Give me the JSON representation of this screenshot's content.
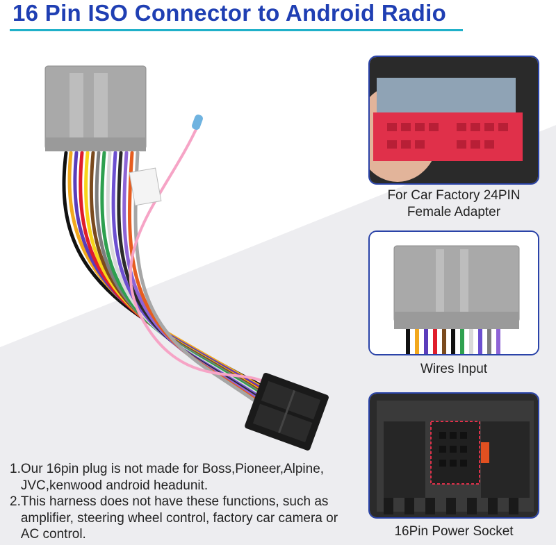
{
  "title": "16 Pin ISO Connector to Android Radio",
  "colors": {
    "title": "#1f3fb3",
    "title_underline": "#1fb0c9",
    "panel_border": "#2a43a8",
    "connector_gray": "#a9a9a9",
    "connector_red": "#e0304a"
  },
  "harness_label": "",
  "panels": [
    {
      "caption_line1": "For Car Factory 24PIN",
      "caption_line2": "Female Adapter"
    },
    {
      "caption_line1": "Wires Input",
      "caption_line2": ""
    },
    {
      "caption_line1": "16Pin Power Socket",
      "caption_line2": ""
    }
  ],
  "notes": [
    {
      "num": "1.",
      "text": "Our 16pin plug is not made for Boss,Pioneer,Alpine, JVC,kenwood android headunit."
    },
    {
      "num": "2.",
      "text": "This harness does not have these functions, such as amplifier, steering wheel control, factory car camera or AC control."
    }
  ]
}
